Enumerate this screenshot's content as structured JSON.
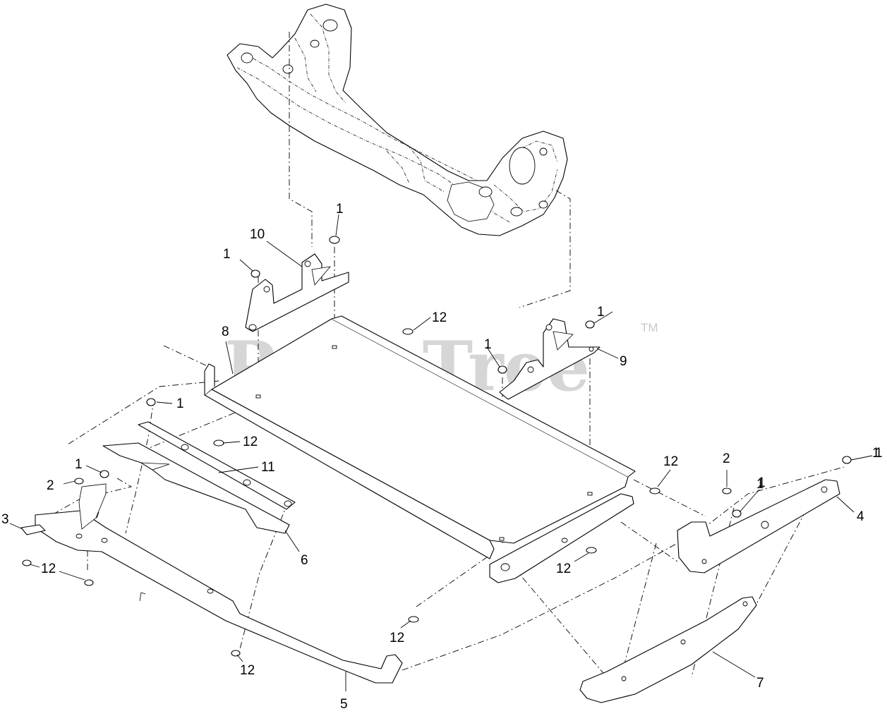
{
  "watermark": {
    "brand": "PartsTree",
    "trademark": "TM"
  },
  "callouts": [
    "1",
    "1",
    "1",
    "10",
    "1",
    "12",
    "1",
    "8",
    "1",
    "9",
    "1",
    "12",
    "11",
    "1",
    "2",
    "3",
    "12",
    "6",
    "12",
    "2",
    "1",
    "1",
    "4",
    "12",
    "12",
    "12",
    "5",
    "7"
  ]
}
